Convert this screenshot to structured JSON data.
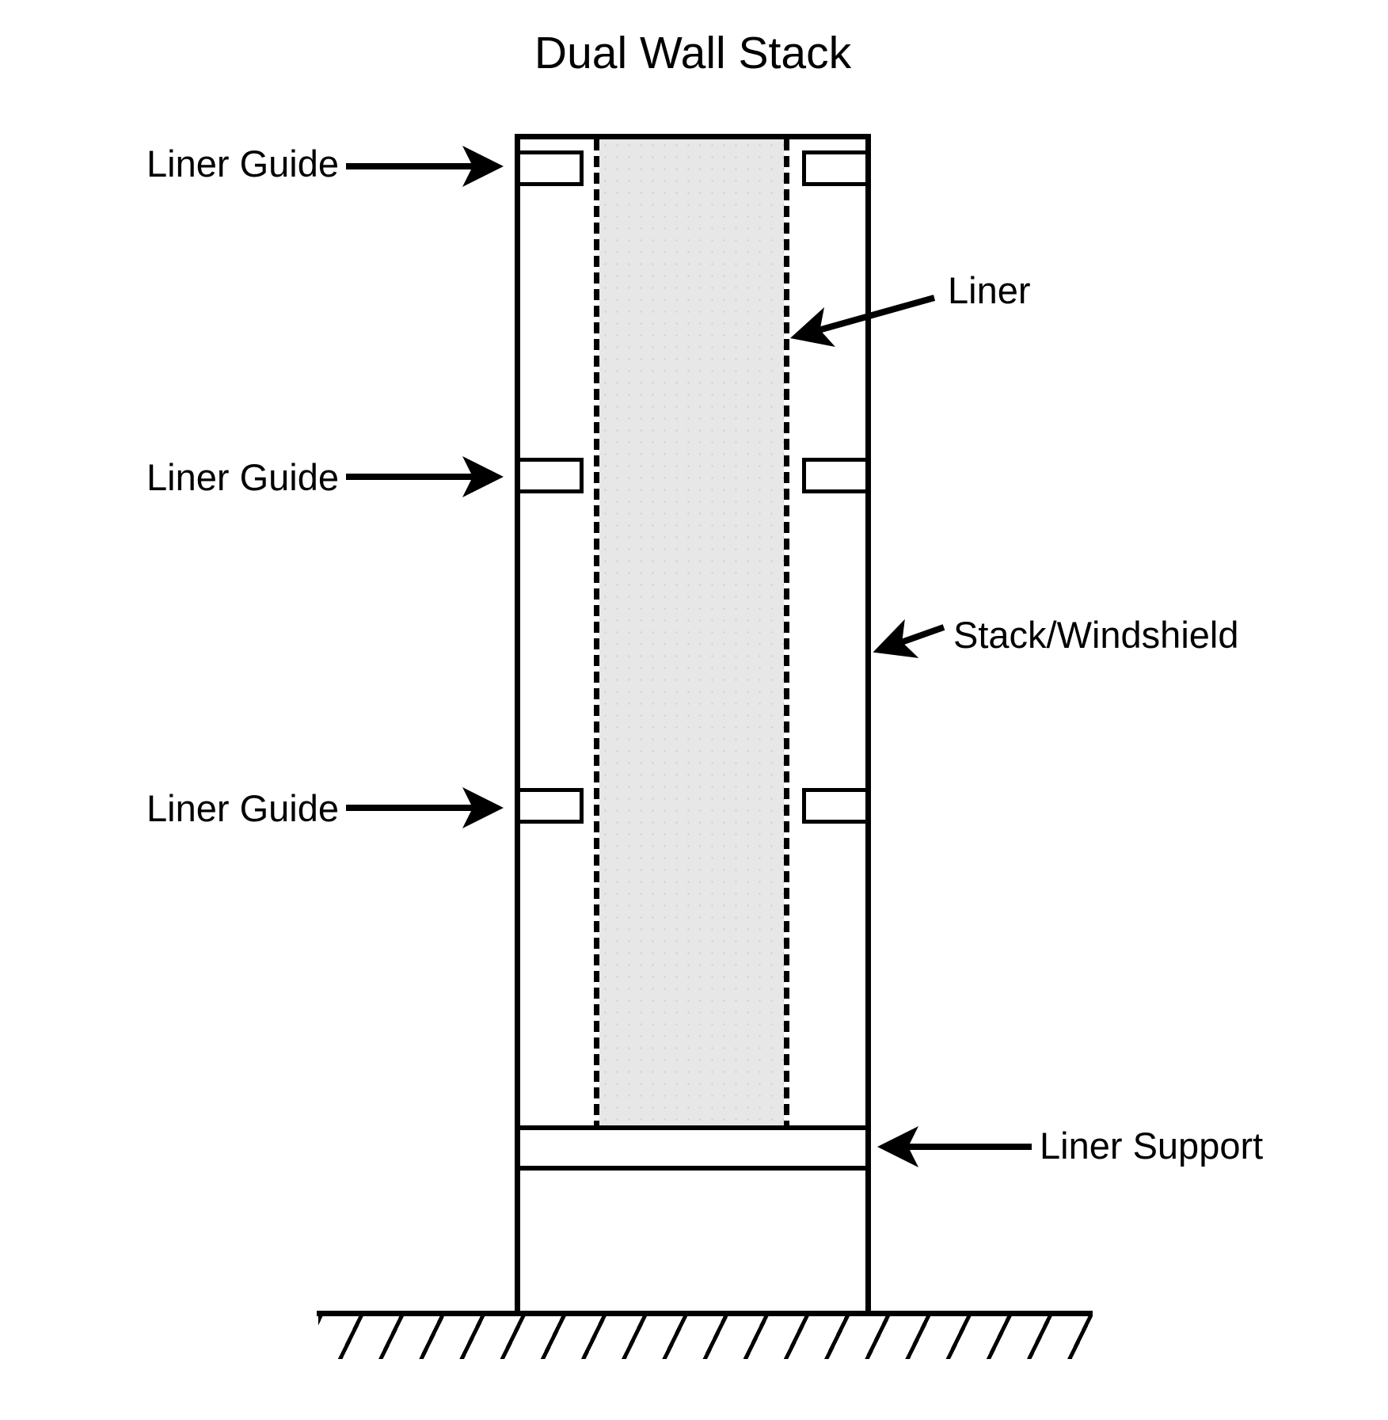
{
  "diagram": {
    "title": "Dual Wall Stack",
    "labels": {
      "liner_guide": "Liner Guide",
      "liner": "Liner",
      "stack_windshield": "Stack/Windshield",
      "liner_support": "Liner Support"
    },
    "colors": {
      "line": "#000000",
      "liner_fill": "#e7e7e7",
      "background": "#ffffff"
    }
  }
}
